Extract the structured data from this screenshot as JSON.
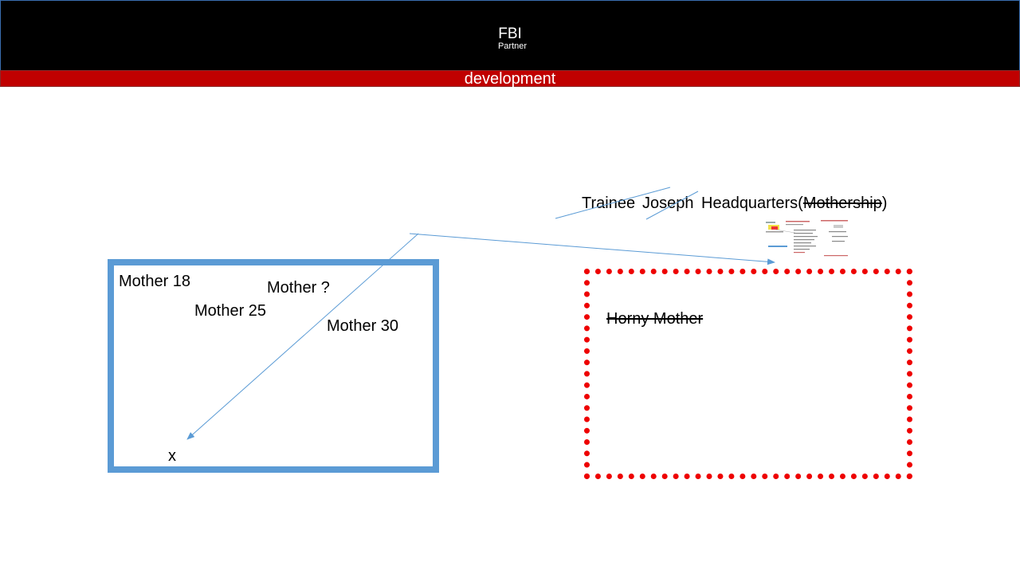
{
  "header": {
    "title": "FBI",
    "subtitle": "Partner",
    "background": "#000000"
  },
  "banner": {
    "label": "development",
    "background": "#c00000"
  },
  "title_line": {
    "trainee": "Trainee",
    "joseph": "Joseph",
    "headquarters": "Headquarters(",
    "mothership": "Mothership",
    "close_paren": ")"
  },
  "blue_box": {
    "color": "#5b9bd5",
    "labels": {
      "mother_18": "Mother 18",
      "mother_q": "Mother ?",
      "mother_25": "Mother 25",
      "mother_30": "Mother 30",
      "x": "x"
    }
  },
  "red_box": {
    "color": "#ee0000",
    "label": "Horny Mother"
  },
  "connectors": {
    "color": "#5b9bd5"
  }
}
